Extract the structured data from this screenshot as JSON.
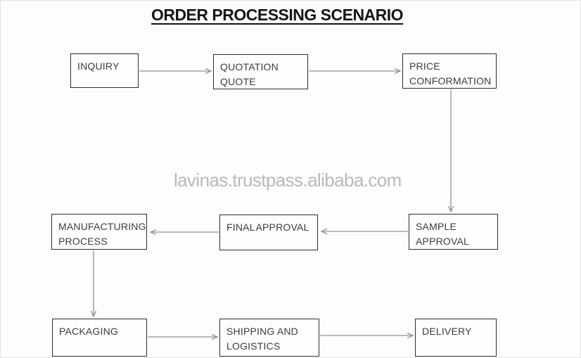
{
  "title": "ORDER PROCESSING SCENARIO",
  "watermark": "lavinas.trustpass.alibaba.com",
  "colors": {
    "background": "#fdfdfd",
    "box_border": "#2d2d2d",
    "box_text": "#3b3b3b",
    "arrow": "#8b959c",
    "watermark": "#b9b9b9",
    "title_text": "#151515"
  },
  "diagram": {
    "type": "flowchart",
    "nodes": [
      {
        "id": "inquiry",
        "lines": [
          "INQUIRY"
        ]
      },
      {
        "id": "quotation-quote",
        "lines": [
          "QUOTATION",
          "QUOTE"
        ]
      },
      {
        "id": "price-conformation",
        "lines": [
          "PRICE",
          "CONFORMATION"
        ]
      },
      {
        "id": "manufacturing-process",
        "lines": [
          "MANUFACTURING",
          "PROCESS"
        ]
      },
      {
        "id": "final-approval",
        "lines": [
          "FINAL APPROVAL"
        ]
      },
      {
        "id": "sample-approval",
        "lines": [
          "SAMPLE",
          "APPROVAL"
        ]
      },
      {
        "id": "packaging",
        "lines": [
          "PACKAGING"
        ]
      },
      {
        "id": "shipping-logistics",
        "lines": [
          "SHIPPING AND",
          "LOGISTICS"
        ]
      },
      {
        "id": "delivery",
        "lines": [
          "DELIVERY"
        ]
      }
    ],
    "edges": [
      {
        "from": "inquiry",
        "to": "quotation-quote"
      },
      {
        "from": "quotation-quote",
        "to": "price-conformation"
      },
      {
        "from": "price-conformation",
        "to": "sample-approval"
      },
      {
        "from": "sample-approval",
        "to": "final-approval"
      },
      {
        "from": "final-approval",
        "to": "manufacturing-process"
      },
      {
        "from": "manufacturing-process",
        "to": "packaging"
      },
      {
        "from": "packaging",
        "to": "shipping-logistics"
      },
      {
        "from": "shipping-logistics",
        "to": "delivery"
      }
    ]
  }
}
